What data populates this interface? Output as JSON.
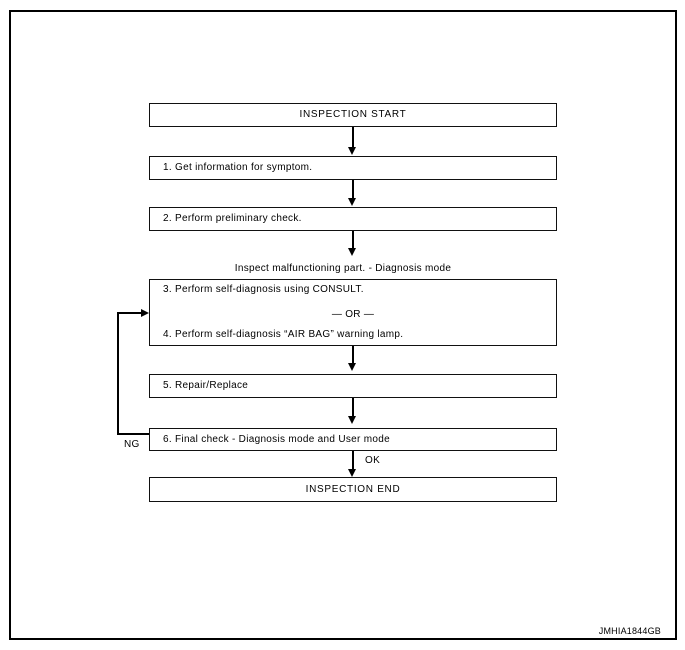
{
  "diagram": {
    "type": "flowchart",
    "nodes": {
      "start": "INSPECTION START",
      "step1": "1. Get information for symptom.",
      "step2": "2. Perform preliminary check.",
      "diagnosis_heading": "Inspect malfunctioning part. - Diagnosis mode",
      "step3": "3. Perform self-diagnosis using CONSULT.",
      "or_separator": "— OR —",
      "step4": "4. Perform self-diagnosis “AIR BAG” warning lamp.",
      "step5": "5. Repair/Replace",
      "step6": "6. Final check - Diagnosis mode and User mode",
      "end": "INSPECTION END"
    },
    "edge_labels": {
      "ok": "OK",
      "ng": "NG"
    },
    "figure_code": "JMHIA1844GB",
    "colors": {
      "line": "#000000",
      "text": "#000000",
      "background": "#ffffff"
    }
  }
}
